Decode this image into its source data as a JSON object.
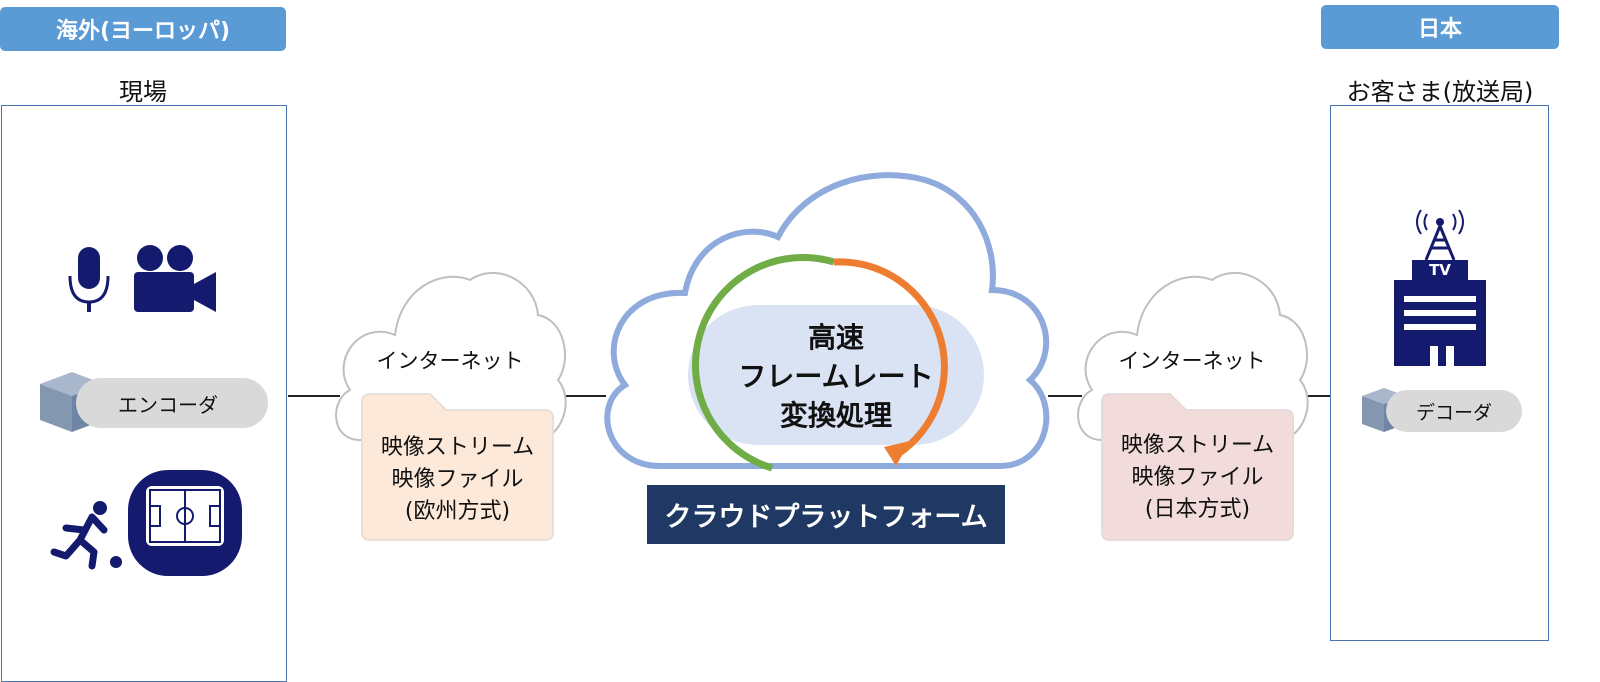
{
  "left": {
    "region_label": "海外(ヨーロッパ)",
    "site_title": "現場",
    "encoder_label": "エンコーダ"
  },
  "right": {
    "region_label": "日本",
    "site_title": "お客さま(放送局)",
    "decoder_label": "デコーダ",
    "tv_label": "TV"
  },
  "internet_left": {
    "label": "インターネット",
    "folder_lines": [
      "映像ストリーム",
      "映像ファイル",
      "(欧州方式)"
    ]
  },
  "internet_right": {
    "label": "インターネット",
    "folder_lines": [
      "映像ストリーム",
      "映像ファイル",
      "(日本方式)"
    ]
  },
  "center": {
    "process_lines": [
      "高速",
      "フレームレート",
      "変換処理"
    ],
    "platform_label": "クラウドプラットフォーム"
  },
  "colors": {
    "tag_blue": "#5b9bd5",
    "navy": "#1f3864",
    "icon_navy": "#141a6e",
    "cloud_outline": "#8faadc",
    "arc_green": "#70ad47",
    "arc_orange": "#ed7d31",
    "folder_eu": "#fde9d9",
    "folder_jp": "#f2dcdb"
  }
}
